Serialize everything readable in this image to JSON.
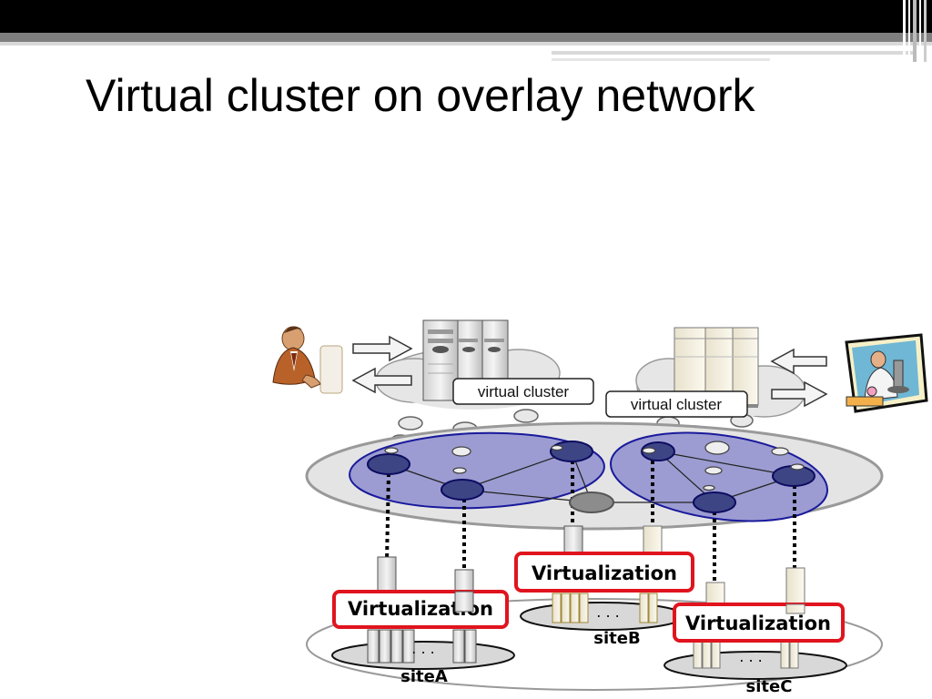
{
  "slide": {
    "title": "Virtual cluster on overlay network"
  },
  "diagram": {
    "cluster_label_left": "virtual cluster",
    "cluster_label_right": "virtual cluster",
    "virt_a": "Virtualization",
    "virt_b": "Virtualization",
    "virt_c": "Virtualization",
    "site_a": "siteA",
    "site_b": "siteB",
    "site_c": "siteC",
    "dots": ". . ."
  }
}
